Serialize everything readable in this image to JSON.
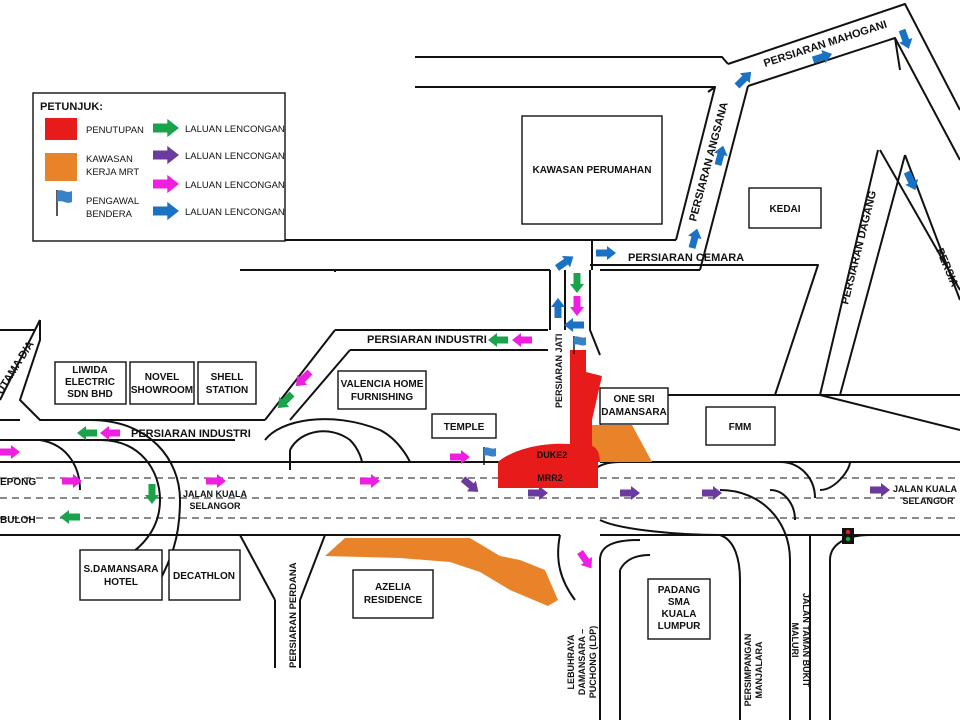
{
  "legend": {
    "title": "PETUNJUK:",
    "items": [
      {
        "kind": "box",
        "color": "#e81b1b",
        "label": [
          "PENUTUPAN"
        ]
      },
      {
        "kind": "box",
        "color": "#e8832a",
        "label": [
          "KAWASAN",
          "KERJA MRT"
        ]
      },
      {
        "kind": "flag",
        "color": "#3a82c8",
        "label": [
          "PENGAWAL",
          "BENDERA"
        ]
      },
      {
        "kind": "arrow",
        "color": "#1aa34a",
        "label": [
          "LALUAN LENCONGAN"
        ]
      },
      {
        "kind": "arrow",
        "color": "#6b3a9e",
        "label": [
          "LALUAN LENCONGAN"
        ]
      },
      {
        "kind": "arrow",
        "color": "#f01ee0",
        "label": [
          "LALUAN LENCONGAN"
        ]
      },
      {
        "kind": "arrow",
        "color": "#1a72c4",
        "label": [
          "LALUAN LENCONGAN"
        ]
      }
    ]
  },
  "colors": {
    "closure": "#e81b1b",
    "mrt_zone": "#e8832a",
    "green": "#1aa34a",
    "purple": "#6b3a9e",
    "pink": "#f01ee0",
    "blue": "#1a72c4",
    "flag": "#3a82c8"
  },
  "buildings": {
    "kawasan_perumahan": [
      "KAWASAN PERUMAHAN"
    ],
    "kedai": [
      "KEDAI"
    ],
    "liwida": [
      "LIWIDA",
      "ELECTRIC",
      "SDN BHD"
    ],
    "novel": [
      "NOVEL",
      "SHOWROOM"
    ],
    "shell": [
      "SHELL",
      "STATION"
    ],
    "valencia": [
      "VALENCIA HOME",
      "FURNISHING"
    ],
    "temple": [
      "TEMPLE"
    ],
    "one_sri": [
      "ONE SRI",
      "DAMANSARA"
    ],
    "fmm": [
      "FMM"
    ],
    "s_damansara": [
      "S.DAMANSARA",
      "HOTEL"
    ],
    "decathlon": [
      "DECATHLON"
    ],
    "azelia": [
      "AZELIA",
      "RESIDENCE"
    ],
    "padang": [
      "PADANG",
      "SMA",
      "KUALA",
      "LUMPUR"
    ]
  },
  "roads": {
    "mahogani": "PERSIARAN MAHOGANI",
    "angsana": "PERSIARAN ANGSANA",
    "dagang": "PERSIARAN DAGANG",
    "persia_cut": "PERSIA",
    "cemara": "PERSIARAN CEMARA",
    "industri_top": "PERSIARAN INDUSTRI",
    "industri_left": "PERSIARAN INDUSTRI",
    "jati": "PERSIARAN JATI",
    "utama": "UTAMA D/A",
    "kepong": "EPONG",
    "buloh": "BULOH",
    "jalan_kl_center": [
      "JALAN KUALA",
      "SELANGOR"
    ],
    "jalan_kl_right": [
      "JALAN KUALA",
      "SELANGOR"
    ],
    "perdana": "PERSIARAN PERDANA",
    "ldp": [
      "LEBUHRAYA",
      "DAMANSARA –",
      "PUCHONG (LDP)"
    ],
    "manjalara": [
      "PERSIMPANGAN",
      "MANJALARA"
    ],
    "bukit_maluri": [
      "JALAN TAMAN BUKIT",
      "MALURI"
    ]
  },
  "closures": {
    "duke2": "DUKE2",
    "mrr2": "MRR2"
  }
}
